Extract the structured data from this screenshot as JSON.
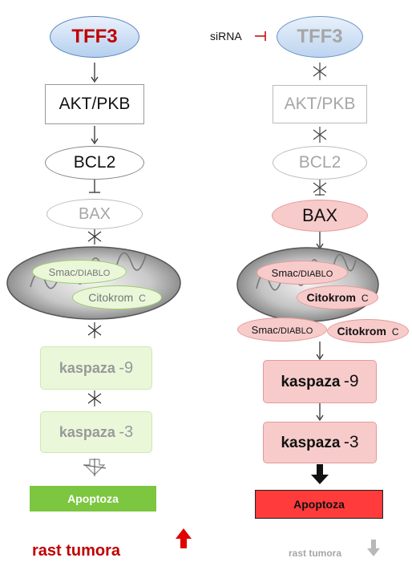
{
  "left": {
    "tff3": "TFF3",
    "akt": "AKT/PKB",
    "bcl2": "BCL2",
    "bax": "BAX",
    "smac_main": "Smac",
    "smac_sub": "/DIABLO",
    "cito_main": "Citokrom",
    "cito_sub": "C",
    "k9_main": "kaspaza",
    "k9_num": "-9",
    "k3_main": "kaspaza",
    "k3_num": "-3",
    "apoptoza": "Apoptoza",
    "tumor": "rast tumora"
  },
  "right": {
    "sirna": "siRNA",
    "tff3": "TFF3",
    "akt": "AKT/PKB",
    "bcl2": "BCL2",
    "bax": "BAX",
    "smac_main": "Smac",
    "smac_sub": "/DIABLO",
    "cito_main": "Citokrom",
    "cito_sub": "C",
    "smac2_main": "Smac",
    "smac2_sub": "/DIABLO",
    "cito2_main": "Citokrom",
    "cito2_sub": "C",
    "k9_main": "kaspaza",
    "k9_num": "-9",
    "k3_main": "kaspaza",
    "k3_num": "-3",
    "apoptoza": "Apoptoza",
    "tumor": "rast tumora"
  },
  "colors": {
    "tff3_red": "#c00000",
    "inactive_gray": "#a6a6a6",
    "green_box": "#eaf7d9",
    "green_apoptoza": "#7dc640",
    "pink_box": "#f8cbcb",
    "red_apoptoza": "#ff3b3b",
    "arrow_up_red": "#e00000",
    "arrow_down_gray": "#b8b8b8"
  },
  "icons": [
    "inhibit-arrow-icon",
    "blocked-arrow-icon",
    "up-arrow-icon",
    "down-arrow-icon",
    "mitochondrion-icon"
  ]
}
